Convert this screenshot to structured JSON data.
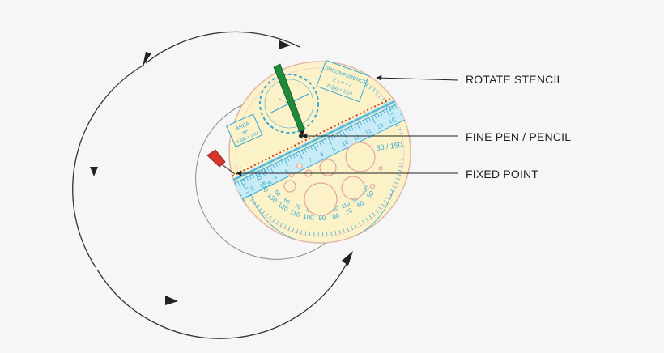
{
  "labels": {
    "rotate": "ROTATE STENCIL",
    "pen": "FINE PEN / PENCIL",
    "fixed": "FIXED POINT"
  },
  "stencil": {
    "circumference_title": "CIRCUMFERENCE",
    "circumference_formula": "2 × π × r",
    "pi_value": "π (pi) = 3.14",
    "area_title": "AREA",
    "area_formula": "πr²",
    "angle_label": "30 / 150",
    "protractor_inner": [
      "150",
      "140",
      "130",
      "120",
      "110",
      "100",
      "90",
      "80",
      "70",
      "60",
      "50"
    ],
    "protractor_outer": [
      "30",
      "40",
      "50",
      "60",
      "70",
      "80",
      "90",
      "100",
      "110",
      "120",
      "130"
    ],
    "ruler_numbers": [
      "1",
      "2",
      "3",
      "4",
      "5",
      "6",
      "7",
      "8",
      "9",
      "10",
      "11",
      "12",
      "13",
      "14",
      "15"
    ]
  },
  "colors": {
    "stencil_fill": "#fbf2c8",
    "stencil_line": "#3aa9d6",
    "pen_green": "#1f8a3a",
    "pin_red": "#d6342c",
    "dotted_red": "#d23b2b",
    "arrow_dark": "#222222"
  }
}
